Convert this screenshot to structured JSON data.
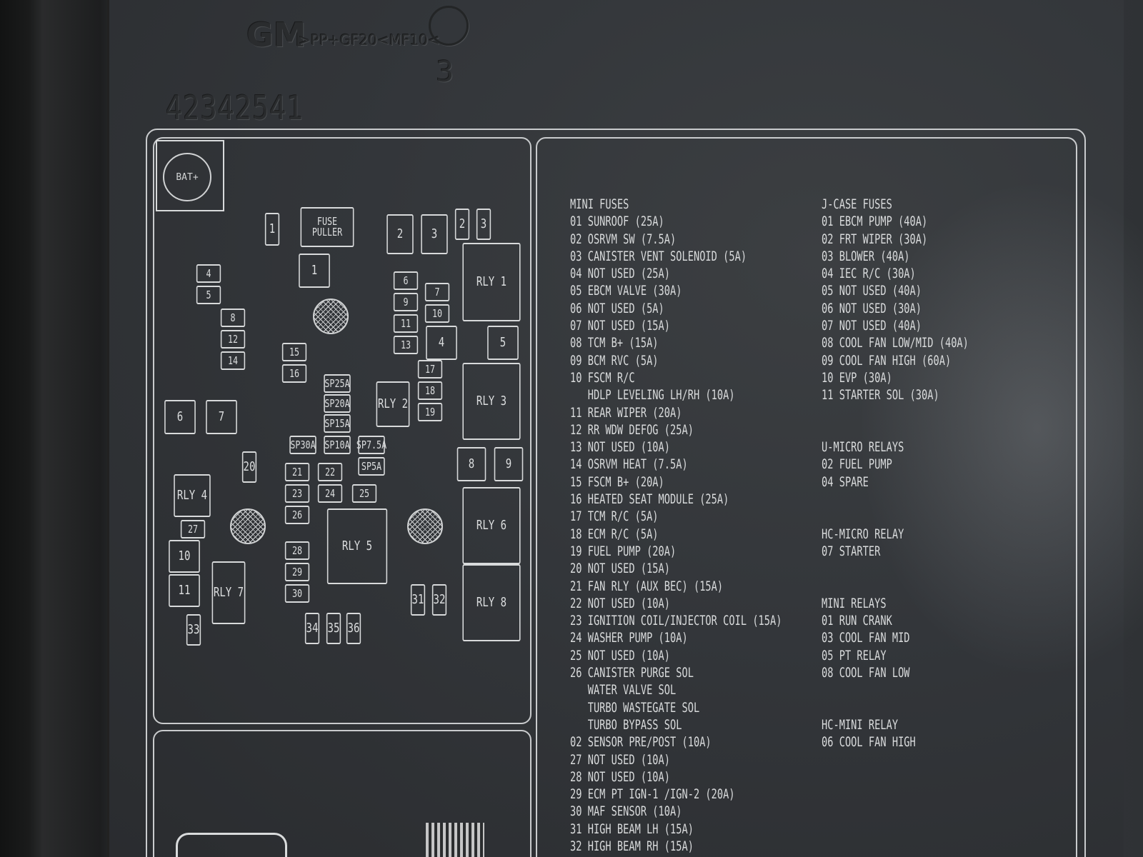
{
  "embossed": {
    "brand": "GM",
    "material_code": ">PP+GF20<MF10<",
    "recycle_digit": "3",
    "part_number": "42342541"
  },
  "diagram": {
    "bat_label": "BAT+",
    "fuse_puller_label": "FUSE PULLER",
    "boxes": [
      "1",
      "1",
      "2",
      "3",
      "2",
      "3",
      "RLY 1",
      "4",
      "5",
      "6",
      "7",
      "8",
      "9",
      "10",
      "11",
      "12",
      "13",
      "14",
      "15",
      "16",
      "4",
      "5",
      "SP25A",
      "SP20A",
      "SP15A",
      "RLY 2",
      "17",
      "18",
      "19",
      "RLY 3",
      "SP30A",
      "SP10A",
      "SP7.5A",
      "SP5A",
      "6",
      "7",
      "8",
      "9",
      "20",
      "21",
      "22",
      "23",
      "24",
      "25",
      "26",
      "RLY 4",
      "27",
      "10",
      "11",
      "RLY 5",
      "RLY 6",
      "28",
      "29",
      "30",
      "31",
      "32",
      "RLY 7",
      "RLY 8",
      "33",
      "34",
      "35",
      "36"
    ]
  },
  "legend": {
    "left_column": [
      "MINI FUSES",
      "01 SUNROOF (25A)",
      "02 OSRVM SW (7.5A)",
      "03 CANISTER VENT SOLENOID (5A)",
      "04 NOT USED (25A)",
      "05 EBCM VALVE (30A)",
      "06 NOT USED (5A)",
      "07 NOT USED (15A)",
      "08 TCM B+ (15A)",
      "09 BCM RVC (5A)",
      "10 FSCM R/C",
      "   HDLP LEVELING LH/RH (10A)",
      "11 REAR WIPER (20A)",
      "12 RR WDW DEFOG (25A)",
      "13 NOT USED (10A)",
      "14 OSRVM HEAT (7.5A)",
      "15 FSCM B+ (20A)",
      "16 HEATED SEAT MODULE (25A)",
      "17 TCM R/C (5A)",
      "18 ECM R/C (5A)",
      "19 FUEL PUMP (20A)",
      "20 NOT USED (15A)",
      "21 FAN RLY (AUX BEC) (15A)",
      "22 NOT USED (10A)",
      "23 IGNITION COIL/INJECTOR COIL (15A)",
      "24 WASHER PUMP (10A)",
      "25 NOT USED (10A)",
      "26 CANISTER PURGE SOL",
      "   WATER VALVE SOL",
      "   TURBO WASTEGATE SOL",
      "   TURBO BYPASS SOL",
      "02 SENSOR PRE/POST (10A)",
      "27 NOT USED (10A)",
      "28 NOT USED (10A)",
      "29 ECM PT IGN-1 /IGN-2 (20A)",
      "30 MAF SENSOR (10A)",
      "31 HIGH BEAM LH (15A)",
      "32 HIGH BEAM RH (15A)"
    ],
    "right_column": [
      "J-CASE FUSES",
      "01 EBCM PUMP (40A)",
      "02 FRT WIPER (30A)",
      "03 BLOWER (40A)",
      "04 IEC R/C (30A)",
      "05 NOT USED (40A)",
      "06 NOT USED (30A)",
      "07 NOT USED (40A)",
      "08 COOL FAN LOW/MID (40A)",
      "09 COOL FAN HIGH (60A)",
      "10 EVP (30A)",
      "11 STARTER SOL (30A)",
      "",
      "",
      "U-MICRO RELAYS",
      "02 FUEL PUMP",
      "04 SPARE",
      "",
      "",
      "HC-MICRO RELAY",
      "07 STARTER",
      "",
      "",
      "MINI RELAYS",
      "01 RUN CRANK",
      "03 COOL FAN MID",
      "05 PT RELAY",
      "08 COOL FAN LOW",
      "",
      "",
      "HC-MINI RELAY",
      "06 COOL FAN HIGH"
    ]
  }
}
